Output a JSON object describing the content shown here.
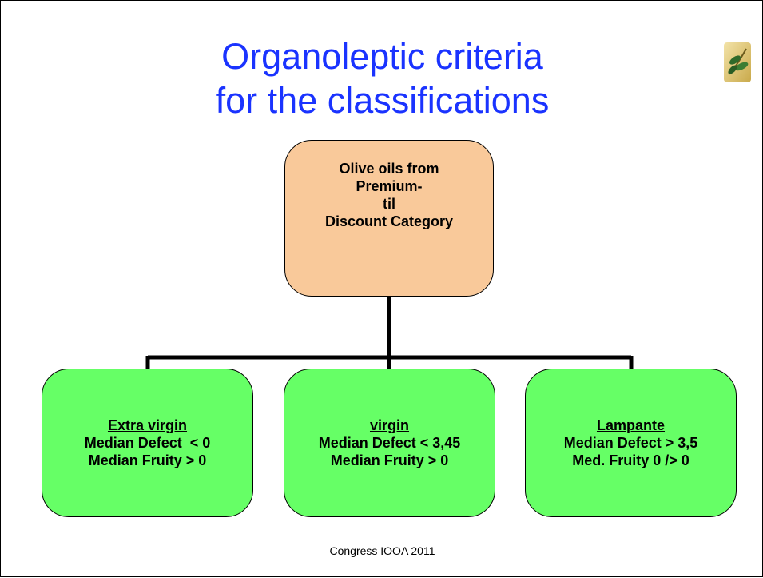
{
  "title": {
    "line1": "Organoleptic criteria",
    "line2": "for the classifications"
  },
  "logo": {
    "icon": "olive-branch-icon",
    "color": "#e0c36a"
  },
  "root": {
    "lines": [
      "Olive oils from",
      "Premium-",
      "til",
      "Discount Category"
    ],
    "color": "#f9c99a"
  },
  "children": [
    {
      "heading": "Extra virgin",
      "line1": "Median Defect  < 0",
      "line2": "Median Fruity > 0"
    },
    {
      "heading": "virgin",
      "line1": "Median Defect < 3,45",
      "line2": "Median Fruity > 0"
    },
    {
      "heading": "Lampante",
      "line1": "Median Defect > 3,5",
      "line2": "Med. Fruity 0 /> 0"
    }
  ],
  "child_color": "#66ff66",
  "title_color": "#1a33ff",
  "footer": "Congress IOOA 2011"
}
